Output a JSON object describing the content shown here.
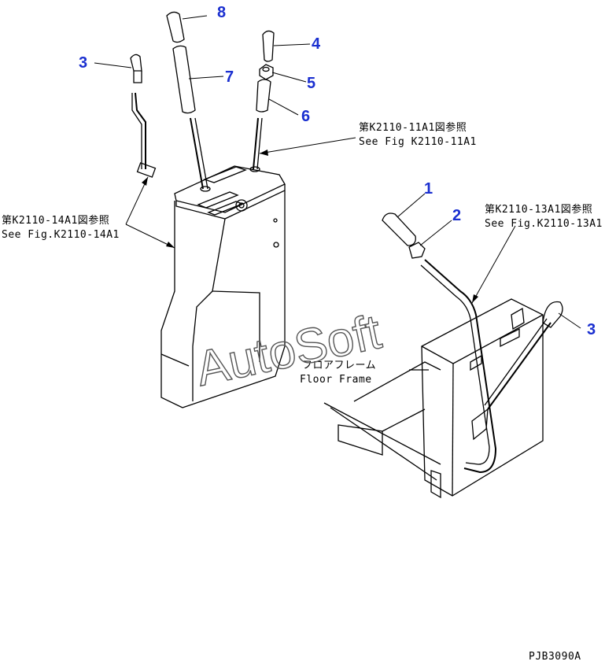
{
  "callouts": [
    {
      "id": "c1",
      "text": "1"
    },
    {
      "id": "c2",
      "text": "2"
    },
    {
      "id": "c3a",
      "text": "3"
    },
    {
      "id": "c3b",
      "text": "3"
    },
    {
      "id": "c4",
      "text": "4"
    },
    {
      "id": "c5",
      "text": "5"
    },
    {
      "id": "c6",
      "text": "6"
    },
    {
      "id": "c7",
      "text": "7"
    },
    {
      "id": "c8",
      "text": "8"
    }
  ],
  "references": {
    "k2110_11a1_jp": "第K2110-11A1図参照",
    "k2110_11a1_en": "See Fig K2110-11A1",
    "k2110_14a1_jp": "第K2110-14A1図参照",
    "k2110_14a1_en": "See Fig.K2110-14A1",
    "k2110_13a1_jp": "第K2110-13A1図参照",
    "k2110_13a1_en": "See Fig.K2110-13A1",
    "floor_frame_jp": "フロアフレーム",
    "floor_frame_en": "Floor Frame"
  },
  "watermark": "AutoSoft",
  "drawing_code": "PJB3090A",
  "colors": {
    "callout": "#1a2fd0",
    "line": "#000000"
  }
}
